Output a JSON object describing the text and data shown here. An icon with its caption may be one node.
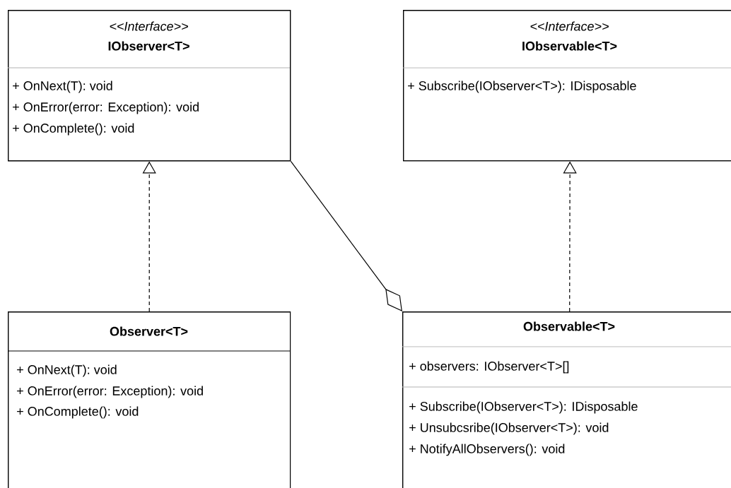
{
  "diagram": {
    "nodes": [
      {
        "text": [
          "<<Interface>>",
          "IObserver<T>",
          "+ OnNext(T): void",
          "+ OnError(error: Exception): void",
          "+ OnComplete(): void"
        ]
      },
      {
        "text": [
          "<<Interface>>",
          "IObservable<T>",
          "+ Subscribe(IObserver<T>): IDisposable"
        ]
      },
      {
        "text": [
          "Observer<T>",
          "+ OnNext(T): void",
          "+ OnError(error: Exception): void",
          "+ OnComplete(): void"
        ]
      },
      {
        "text": [
          "Observable<T>",
          "+ observers: IObserver<T>[]",
          "+ Subscribe(IObserver<T>): IDisposable",
          "+ Unsubcsribe(IObserver<T>): void",
          "+ NotifyAllObservers(): void"
        ]
      }
    ],
    "edges": [
      {
        "from": 2,
        "to": 0,
        "arrow": "to",
        "style": "dashed"
      },
      {
        "from": 3,
        "to": 1,
        "arrow": "to",
        "style": "dashed"
      },
      {
        "from": 0,
        "to": 3,
        "arrow": "other"
      }
    ]
  }
}
